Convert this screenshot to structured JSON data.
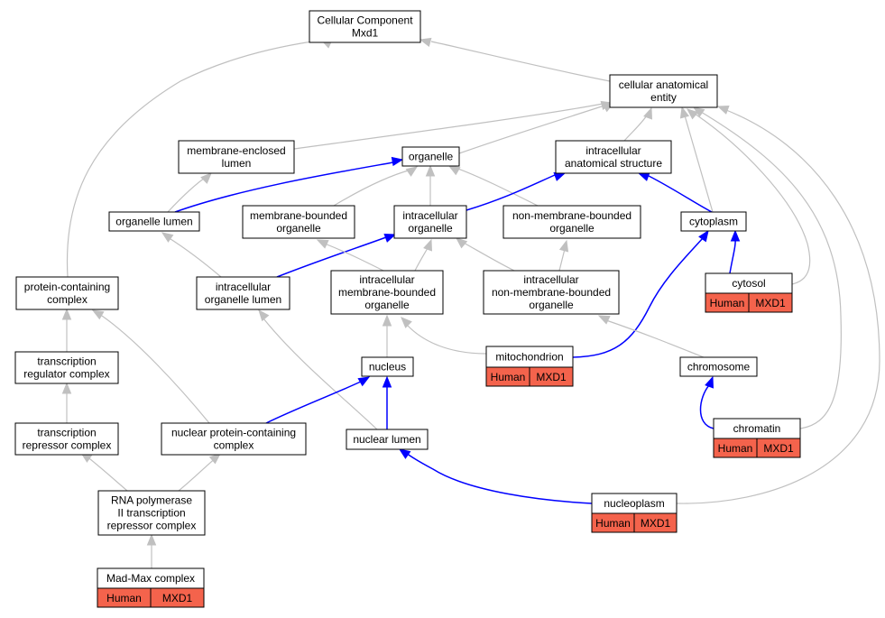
{
  "colors": {
    "grey_edge": "#c0c0c0",
    "blue_edge": "#0000ff",
    "annotation_fill": "#f4634c",
    "node_border": "#000000"
  },
  "nodes": [
    {
      "id": "cellular-component",
      "lines": [
        "Cellular Component",
        "Mxd1"
      ]
    },
    {
      "id": "cellular-anatomical-entity",
      "lines": [
        "cellular anatomical",
        "entity"
      ]
    },
    {
      "id": "membrane-enclosed-lumen",
      "lines": [
        "membrane-enclosed",
        "lumen"
      ]
    },
    {
      "id": "organelle",
      "lines": [
        "organelle"
      ]
    },
    {
      "id": "intracellular-anatomical-structure",
      "lines": [
        "intracellular",
        "anatomical structure"
      ]
    },
    {
      "id": "organelle-lumen",
      "lines": [
        "organelle lumen"
      ]
    },
    {
      "id": "membrane-bounded-organelle",
      "lines": [
        "membrane-bounded",
        "organelle"
      ]
    },
    {
      "id": "intracellular-organelle",
      "lines": [
        "intracellular",
        "organelle"
      ]
    },
    {
      "id": "non-membrane-bounded-organelle",
      "lines": [
        "non-membrane-bounded",
        "organelle"
      ]
    },
    {
      "id": "cytoplasm",
      "lines": [
        "cytoplasm"
      ]
    },
    {
      "id": "protein-containing-complex",
      "lines": [
        "protein-containing",
        "complex"
      ]
    },
    {
      "id": "intracellular-organelle-lumen",
      "lines": [
        "intracellular",
        "organelle lumen"
      ]
    },
    {
      "id": "intracellular-membrane-bounded-organelle",
      "lines": [
        "intracellular",
        "membrane-bounded",
        "organelle"
      ]
    },
    {
      "id": "intracellular-non-membrane-bounded-organelle",
      "lines": [
        "intracellular",
        "non-membrane-bounded",
        "organelle"
      ]
    },
    {
      "id": "cytosol",
      "lines": [
        "cytosol"
      ],
      "tags": [
        "Human",
        "MXD1"
      ]
    },
    {
      "id": "transcription-regulator-complex",
      "lines": [
        "transcription",
        "regulator complex"
      ]
    },
    {
      "id": "nucleus",
      "lines": [
        "nucleus"
      ]
    },
    {
      "id": "mitochondrion",
      "lines": [
        "mitochondrion"
      ],
      "tags": [
        "Human",
        "MXD1"
      ]
    },
    {
      "id": "chromosome",
      "lines": [
        "chromosome"
      ]
    },
    {
      "id": "transcription-repressor-complex",
      "lines": [
        "transcription",
        "repressor complex"
      ]
    },
    {
      "id": "nuclear-protein-containing-complex",
      "lines": [
        "nuclear protein-containing",
        "complex"
      ]
    },
    {
      "id": "nuclear-lumen",
      "lines": [
        "nuclear lumen"
      ]
    },
    {
      "id": "chromatin",
      "lines": [
        "chromatin"
      ],
      "tags": [
        "Human",
        "MXD1"
      ]
    },
    {
      "id": "rna-polymerase-ii-transcription-repressor-complex",
      "lines": [
        "RNA polymerase",
        "II transcription",
        "repressor complex"
      ]
    },
    {
      "id": "nucleoplasm",
      "lines": [
        "nucleoplasm"
      ],
      "tags": [
        "Human",
        "MXD1"
      ]
    },
    {
      "id": "mad-max-complex",
      "lines": [
        "Mad-Max complex"
      ],
      "tags": [
        "Human",
        "MXD1"
      ]
    }
  ],
  "edges": [
    {
      "from": "cellular-anatomical-entity",
      "to": "cellular-component",
      "color": "grey"
    },
    {
      "from": "protein-containing-complex",
      "to": "cellular-component",
      "color": "grey"
    },
    {
      "from": "membrane-enclosed-lumen",
      "to": "cellular-anatomical-entity",
      "color": "grey"
    },
    {
      "from": "organelle",
      "to": "cellular-anatomical-entity",
      "color": "grey"
    },
    {
      "from": "intracellular-anatomical-structure",
      "to": "cellular-anatomical-entity",
      "color": "grey"
    },
    {
      "from": "cytoplasm",
      "to": "cellular-anatomical-entity",
      "color": "grey"
    },
    {
      "from": "cytosol",
      "to": "cellular-anatomical-entity",
      "color": "grey"
    },
    {
      "from": "chromatin",
      "to": "cellular-anatomical-entity",
      "color": "grey"
    },
    {
      "from": "nucleoplasm",
      "to": "cellular-anatomical-entity",
      "color": "grey"
    },
    {
      "from": "organelle-lumen",
      "to": "membrane-enclosed-lumen",
      "color": "grey"
    },
    {
      "from": "organelle-lumen",
      "to": "organelle",
      "color": "blue"
    },
    {
      "from": "membrane-bounded-organelle",
      "to": "organelle",
      "color": "grey"
    },
    {
      "from": "intracellular-organelle",
      "to": "organelle",
      "color": "grey"
    },
    {
      "from": "non-membrane-bounded-organelle",
      "to": "organelle",
      "color": "grey"
    },
    {
      "from": "intracellular-organelle",
      "to": "intracellular-anatomical-structure",
      "color": "blue"
    },
    {
      "from": "cytoplasm",
      "to": "intracellular-anatomical-structure",
      "color": "blue"
    },
    {
      "from": "intracellular-organelle-lumen",
      "to": "organelle-lumen",
      "color": "grey"
    },
    {
      "from": "intracellular-organelle-lumen",
      "to": "intracellular-organelle",
      "color": "blue"
    },
    {
      "from": "intracellular-membrane-bounded-organelle",
      "to": "membrane-bounded-organelle",
      "color": "grey"
    },
    {
      "from": "intracellular-membrane-bounded-organelle",
      "to": "intracellular-organelle",
      "color": "grey"
    },
    {
      "from": "intracellular-non-membrane-bounded-organelle",
      "to": "intracellular-organelle",
      "color": "grey"
    },
    {
      "from": "intracellular-non-membrane-bounded-organelle",
      "to": "non-membrane-bounded-organelle",
      "color": "grey"
    },
    {
      "from": "cytosol",
      "to": "cytoplasm",
      "color": "blue"
    },
    {
      "from": "mitochondrion",
      "to": "cytoplasm",
      "color": "blue"
    },
    {
      "from": "transcription-regulator-complex",
      "to": "protein-containing-complex",
      "color": "grey"
    },
    {
      "from": "nuclear-protein-containing-complex",
      "to": "protein-containing-complex",
      "color": "grey"
    },
    {
      "from": "nuclear-lumen",
      "to": "intracellular-organelle-lumen",
      "color": "grey"
    },
    {
      "from": "nucleus",
      "to": "intracellular-membrane-bounded-organelle",
      "color": "grey"
    },
    {
      "from": "mitochondrion",
      "to": "intracellular-membrane-bounded-organelle",
      "color": "grey"
    },
    {
      "from": "chromosome",
      "to": "intracellular-non-membrane-bounded-organelle",
      "color": "grey"
    },
    {
      "from": "transcription-repressor-complex",
      "to": "transcription-regulator-complex",
      "color": "grey"
    },
    {
      "from": "nuclear-protein-containing-complex",
      "to": "nucleus",
      "color": "blue"
    },
    {
      "from": "nuclear-lumen",
      "to": "nucleus",
      "color": "blue"
    },
    {
      "from": "chromatin",
      "to": "chromosome",
      "color": "blue"
    },
    {
      "from": "rna-polymerase-ii-transcription-repressor-complex",
      "to": "transcription-repressor-complex",
      "color": "grey"
    },
    {
      "from": "rna-polymerase-ii-transcription-repressor-complex",
      "to": "nuclear-protein-containing-complex",
      "color": "grey"
    },
    {
      "from": "nucleoplasm",
      "to": "nuclear-lumen",
      "color": "blue"
    },
    {
      "from": "mad-max-complex",
      "to": "rna-polymerase-ii-transcription-repressor-complex",
      "color": "grey"
    }
  ]
}
